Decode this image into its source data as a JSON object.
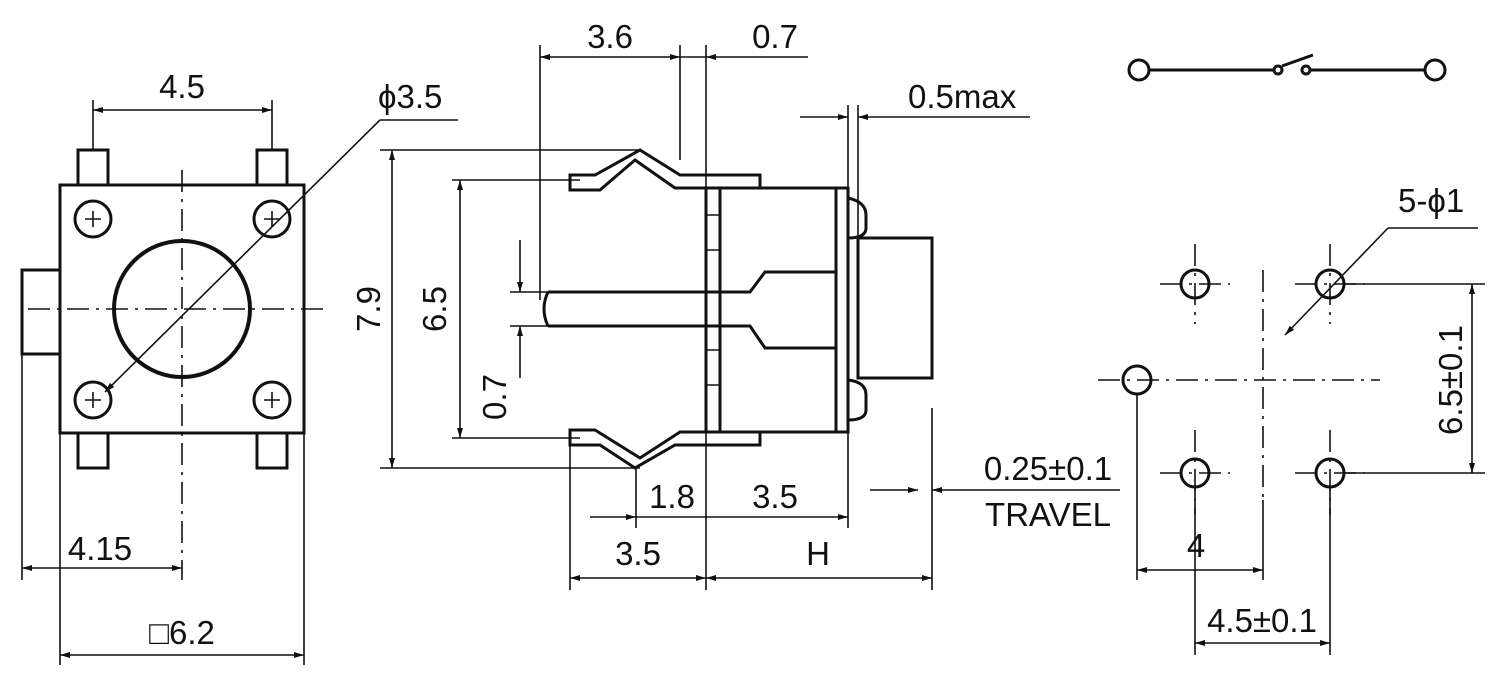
{
  "front_view": {
    "pin_pitch": "4.5",
    "actuator_diameter": "ϕ3.5",
    "offset": "4.15",
    "body_size": "□6.2"
  },
  "side_view": {
    "dim_3_6": "3.6",
    "dim_0_7_top": "0.7",
    "dim_0_5max": "0.5max",
    "height_7_9": "7.9",
    "height_6_5": "6.5",
    "dim_0_7_left": "0.7",
    "dim_1_8": "1.8",
    "dim_3_5_a": "3.5",
    "dim_3_5_b": "3.5",
    "dim_h": "H",
    "travel_value": "0.25±0.1",
    "travel_label": "TRAVEL"
  },
  "pcb_layout": {
    "holes": "5-ϕ1",
    "vertical_pitch": "6.5±0.1",
    "offset_4": "4",
    "horizontal_pitch": "4.5±0.1"
  }
}
